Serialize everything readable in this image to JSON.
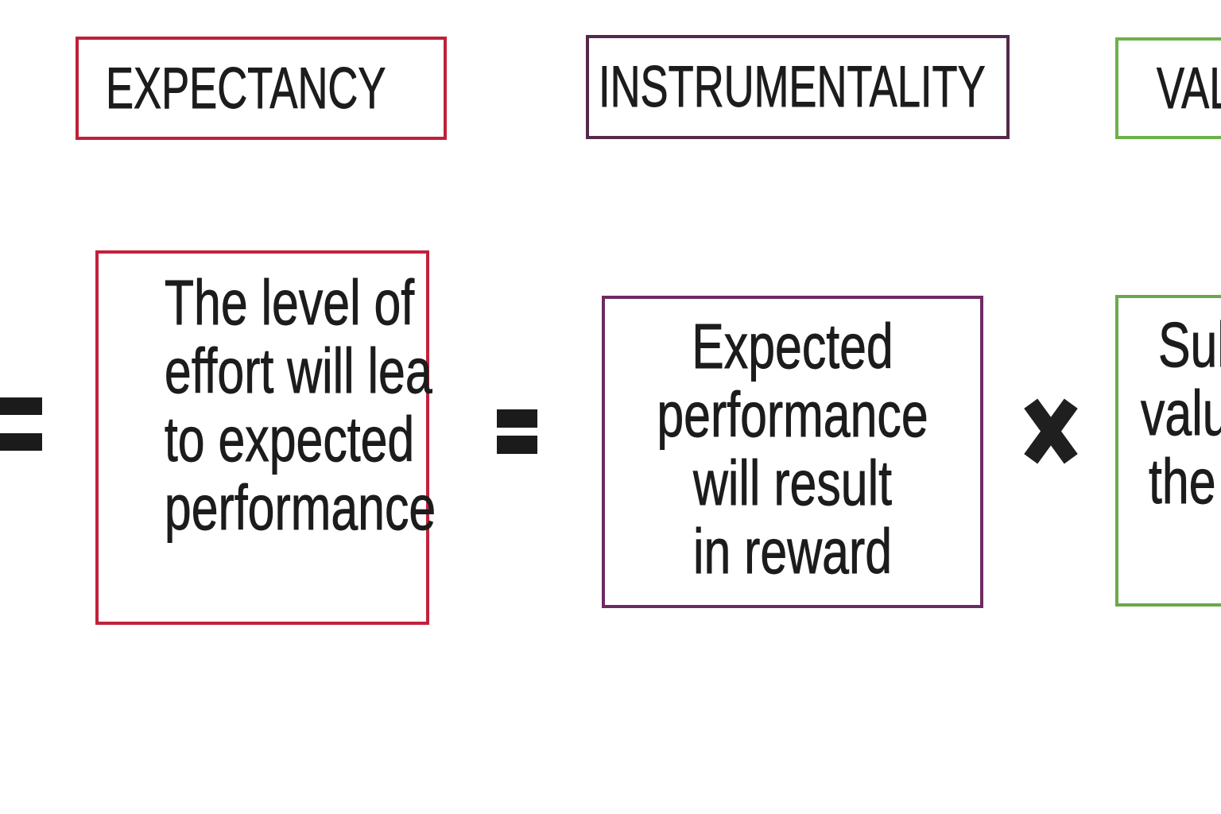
{
  "diagram": {
    "background_color": "#ffffff",
    "text_color": "#1c1c1c",
    "headers": [
      {
        "id": "expectancy",
        "label": "EXPECTANCY",
        "border_color": "#c02039"
      },
      {
        "id": "instrumentality",
        "label": "INSTRUMENTALITY",
        "border_color": "#532a4a"
      },
      {
        "id": "valence",
        "label": "VAL",
        "border_color": "#6cb14c"
      }
    ],
    "description_boxes": [
      {
        "id": "expectancy-description",
        "border_color": "#c3203c",
        "lines": [
          "The level of",
          "effort will lea",
          "to expected",
          "performance"
        ]
      },
      {
        "id": "instrumentality-description",
        "border_color": "#6e2a62",
        "lines": [
          "Expected",
          "performance",
          "will result",
          "in reward"
        ]
      },
      {
        "id": "valence-description",
        "border_color": "#6ca84b",
        "lines": [
          "Sul",
          "valu",
          "the"
        ]
      }
    ],
    "operators": [
      {
        "symbol": "=",
        "position": "left-edge-partial"
      },
      {
        "symbol": "=",
        "position": "between-expectancy-and-instrumentality"
      },
      {
        "symbol": "×",
        "position": "between-instrumentality-and-valence"
      }
    ]
  }
}
